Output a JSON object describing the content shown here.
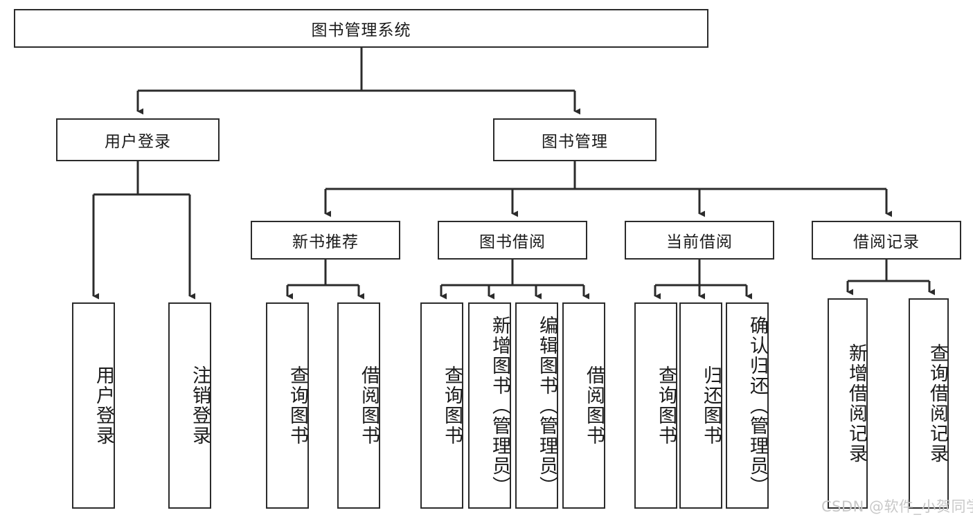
{
  "diagram": {
    "type": "tree-hierarchy-diagram",
    "title": "图书管理系统",
    "colors": {
      "stroke": "#2b2b2b",
      "fill": "#ffffff",
      "text": "#1a1a1a",
      "watermark": "#c8c8c8"
    },
    "root": {
      "label": "图书管理系统"
    },
    "level2": [
      {
        "label": "用户登录"
      },
      {
        "label": "图书管理"
      }
    ],
    "level3": [
      {
        "label": "新书推荐"
      },
      {
        "label": "图书借阅"
      },
      {
        "label": "当前借阅"
      },
      {
        "label": "借阅记录"
      }
    ],
    "leaves": {
      "user_login": [
        {
          "label": "用户登录"
        },
        {
          "label": "注销登录"
        }
      ],
      "new_book_recommend": [
        {
          "label": "查询图书"
        },
        {
          "label": "借阅图书"
        }
      ],
      "book_borrow": [
        {
          "label": "查询图书"
        },
        {
          "label": "新增图书（管理员）"
        },
        {
          "label": "编辑图书（管理员）"
        },
        {
          "label": "借阅图书"
        }
      ],
      "current_borrow": [
        {
          "label": "查询图书"
        },
        {
          "label": "归还图书"
        },
        {
          "label": "确认归还（管理员）"
        }
      ],
      "borrow_record": [
        {
          "label": "新增借阅记录"
        },
        {
          "label": "查询借阅记录"
        }
      ]
    },
    "watermark": "CSDN @软件_小贺同学"
  }
}
